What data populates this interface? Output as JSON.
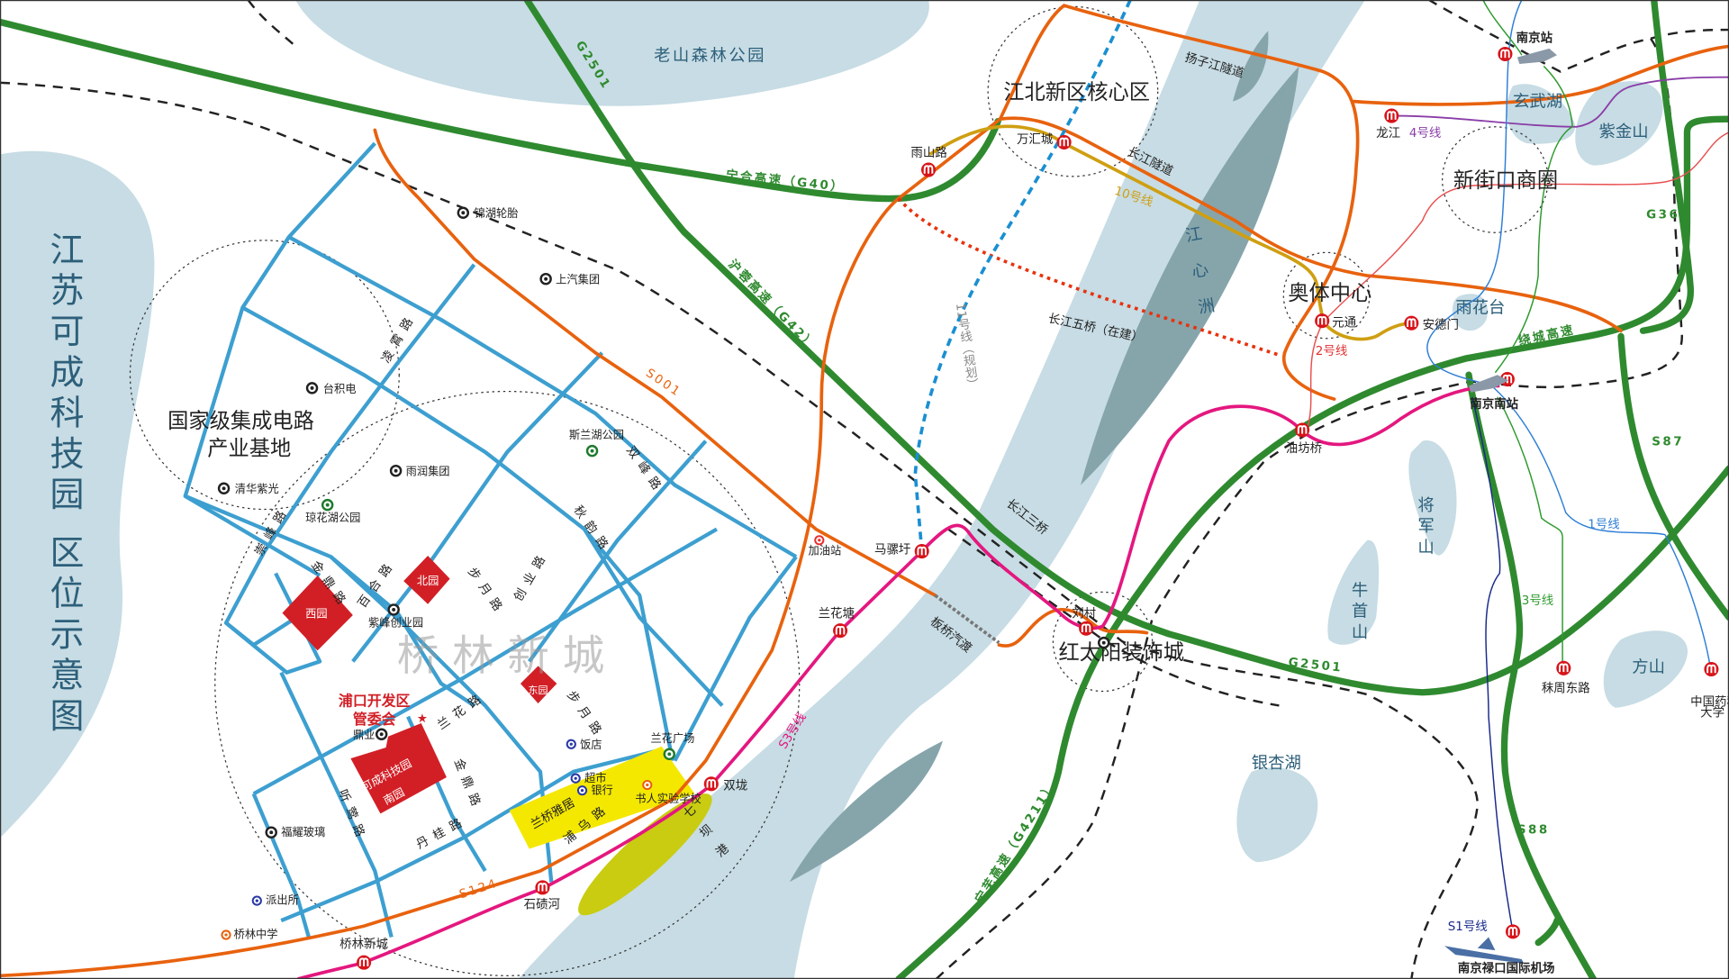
{
  "title": "江苏可成科技园 区位示意图",
  "areas": {
    "laoshan": "老山森林公园",
    "jiangbei_core": "江北新区核心区",
    "ic_base_line1": "国家级集成电路",
    "ic_base_line2": "产业基地",
    "qiaolin_watermark": "桥 林 新 城",
    "xinjiekou": "新街口商圈",
    "olympic": "奥体中心",
    "hongtaiyang": "红太阳装饰城",
    "admin_line1": "浦口开发区",
    "admin_line2": "管委会"
  },
  "water_mountains": {
    "xuanwu": "玄武湖",
    "zijin": "紫金山",
    "yuhuatai": "雨花台",
    "jiangjun": "将军山",
    "niushou": "牛首山",
    "fangshan": "方山",
    "yinxing": "银杏湖",
    "jiangxinzhou": "江心洲",
    "qibagang": "七坝港"
  },
  "roads": {
    "g2501_top": "G2501",
    "g2501_bottom": "G2501",
    "g40": "宁合高速（G40）",
    "g42": "沪蓉高速（G42）",
    "s001": "S001",
    "s124": "S124",
    "yangzijiang_tunnel": "扬子江隧道",
    "changjiang_tunnel": "长江隧道",
    "fifth_bridge": "长江五桥（在建）",
    "third_bridge": "长江三桥",
    "ferry": "板桥汽渡",
    "ring_expressway": "绕城高速",
    "g36": "G36",
    "s87": "S87",
    "s88": "S88",
    "g4211": "宁芜高速（G4211）"
  },
  "metro_lines": {
    "l10": "10号线",
    "l11": "11号线（规划）",
    "s3": "S3号线",
    "l2": "2号线",
    "l4": "4号线",
    "l1": "1号线",
    "l3": "3号线",
    "s1": "S1号线"
  },
  "stations": {
    "yushanlu": "雨山路",
    "wanhuicheng": "万汇城",
    "maluowei": "马骡圩",
    "lanhuatang": "兰花塘",
    "shuanglong": "双垅",
    "shiqihe": "石碛河",
    "qiaolinxincheng": "桥林新城",
    "liucun": "刘村",
    "youfangqiao": "油坊桥",
    "yuantong": "元通",
    "andemen": "安德门",
    "longjiang": "龙江",
    "nanjing_station": "南京站",
    "nanjing_south": "南京南站",
    "mozhoudonglu": "秣周东路",
    "cpu_line1": "中国药科",
    "cpu_line2": "大学",
    "lukou_airport": "南京禄口国际机场"
  },
  "pois": {
    "jinhu": "锦湖轮胎",
    "saic": "上汽集团",
    "tsmc": "台积电",
    "yurun": "雨润集团",
    "unigroup": "清华紫光",
    "zifeng": "紫峰创业园",
    "dingye": "鼎业",
    "fuyao": "福耀玻璃",
    "silanhu": "斯兰湖公园",
    "qionghuahu": "琼花湖公园",
    "lanhua_square": "兰花广场",
    "hotel": "饭店",
    "supermarket": "超市",
    "bank": "银行",
    "police": "派出所",
    "gas": "加油站",
    "shuren_school": "书人实验学校",
    "qiaolin_school": "桥林中学"
  },
  "streets": {
    "lingxiao": "凌霄路",
    "chongfeng": "崇峰路",
    "jinding1": "金鼎路",
    "baihe": "百合路",
    "chuangye": "创业路",
    "buyue1": "步月路",
    "buyue2": "步月路",
    "shuangfeng": "双峰路",
    "qiuyun": "秋韵路",
    "lanhua": "兰花路",
    "tingying": "听莺路",
    "jinding2": "金鼎路",
    "dangui": "丹桂路",
    "puwu": "浦乌路"
  },
  "parcels": {
    "west": "西园",
    "north": "北园",
    "east": "东园",
    "south_line1": "可成科技园",
    "south_line2": "南园",
    "lanqiao": "兰桥雅居"
  },
  "colors": {
    "water": "#c7dce4",
    "highway": "#2f8a2f",
    "provincial_road": "#e8620e",
    "district_street": "#3d9fd0",
    "park_red": "#d21f26",
    "residential_yellow": "#f4e800",
    "metro_s3": "#e4177f",
    "metro_10": "#cf9f12"
  }
}
